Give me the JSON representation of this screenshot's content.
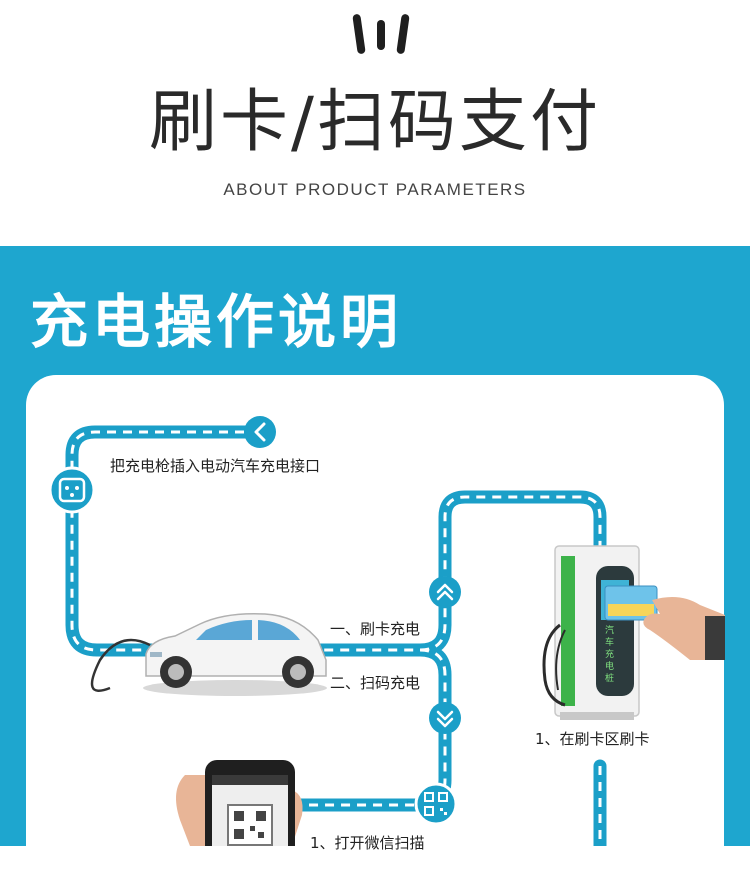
{
  "header": {
    "title": "刷卡/扫码支付",
    "subtitle": "ABOUT PRODUCT PARAMETERS"
  },
  "section": {
    "heading": "充电操作说明"
  },
  "steps": {
    "plug_in": "把充电枪插入电动汽车充电接口",
    "card_charge": "一、刷卡充电",
    "scan_charge": "二、扫码充电",
    "swipe_area": "1、在刷卡区刷卡",
    "open_wechat": "1、打开微信扫描"
  },
  "charger_screen_text": "汽车充电桩",
  "colors": {
    "accent": "#1ea6cf",
    "path": "#1b9fc8",
    "dash": "#ffffff",
    "charger_green": "#3db34a"
  }
}
